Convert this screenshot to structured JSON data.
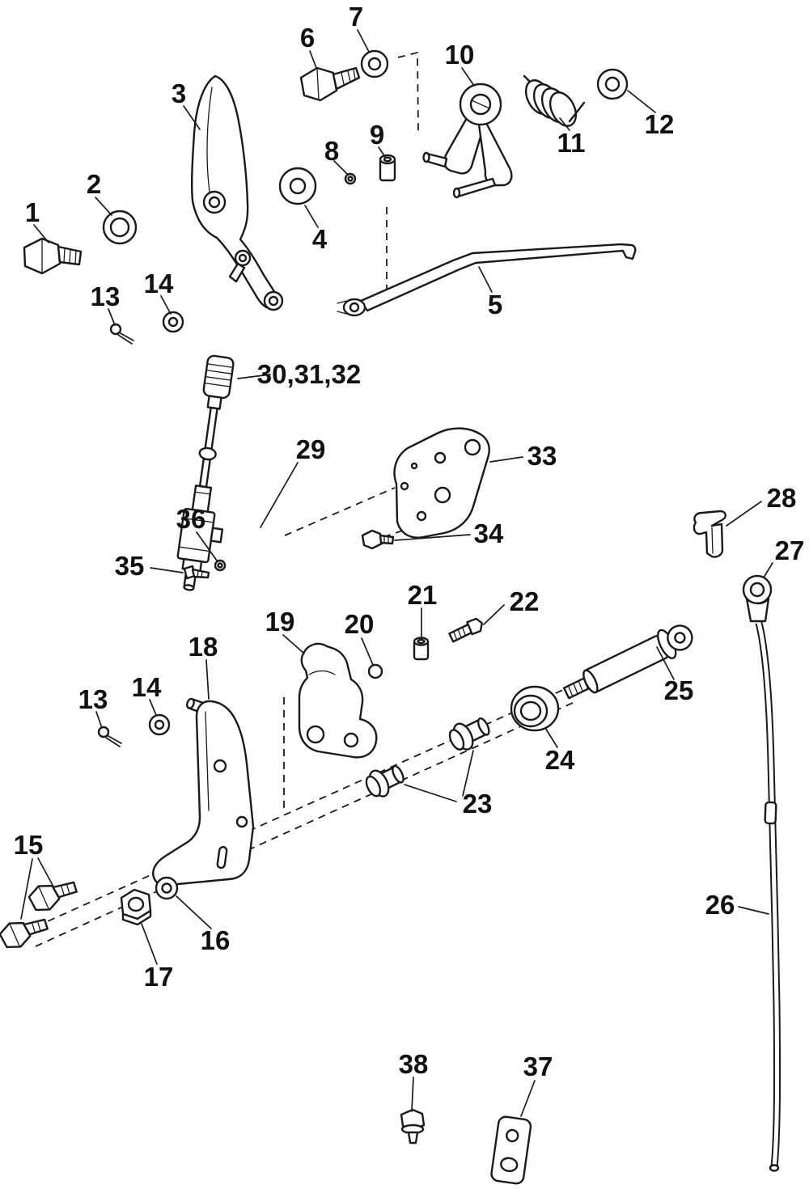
{
  "page": {
    "background_color": "#ffffff",
    "line_color": "#1a1a1a",
    "label_color": "#111111"
  },
  "diagram": {
    "kind": "exploded-parts-diagram",
    "callouts": [
      {
        "text": "1"
      },
      {
        "text": "2"
      },
      {
        "text": "3"
      },
      {
        "text": "4"
      },
      {
        "text": "5"
      },
      {
        "text": "6"
      },
      {
        "text": "7"
      },
      {
        "text": "8"
      },
      {
        "text": "9"
      },
      {
        "text": "10"
      },
      {
        "text": "11"
      },
      {
        "text": "12"
      },
      {
        "text": "13"
      },
      {
        "text": "14"
      },
      {
        "text": "30,31,32"
      },
      {
        "text": "29"
      },
      {
        "text": "33"
      },
      {
        "text": "34"
      },
      {
        "text": "35"
      },
      {
        "text": "36"
      },
      {
        "text": "28"
      },
      {
        "text": "27"
      },
      {
        "text": "21"
      },
      {
        "text": "22"
      },
      {
        "text": "19"
      },
      {
        "text": "20"
      },
      {
        "text": "18"
      },
      {
        "text": "25"
      },
      {
        "text": "13"
      },
      {
        "text": "14"
      },
      {
        "text": "24"
      },
      {
        "text": "23"
      },
      {
        "text": "15"
      },
      {
        "text": "26"
      },
      {
        "text": "16"
      },
      {
        "text": "17"
      },
      {
        "text": "38"
      },
      {
        "text": "37"
      }
    ]
  }
}
